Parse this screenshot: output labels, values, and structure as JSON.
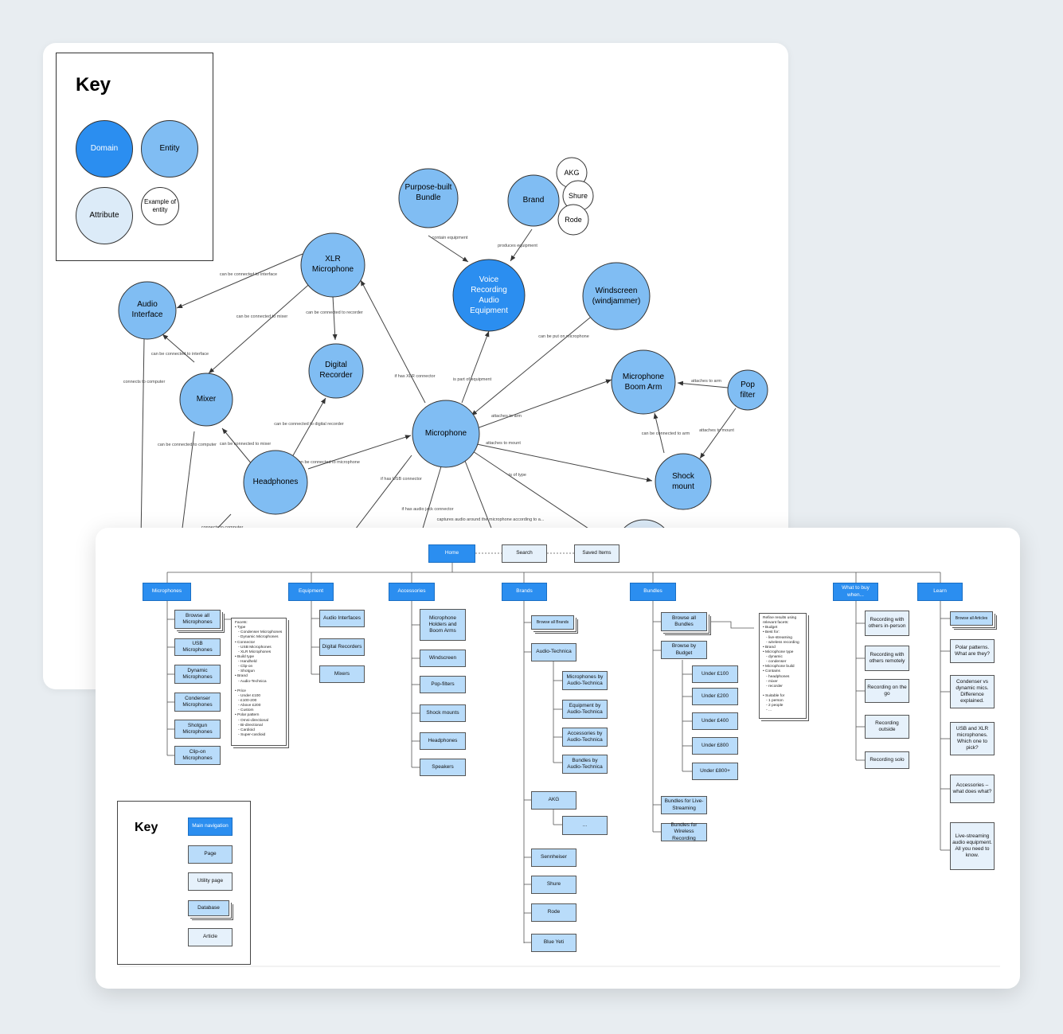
{
  "concept_map": {
    "key": {
      "title": "Key",
      "domain": "Domain",
      "entity": "Entity",
      "attribute": "Attribute",
      "example": "Example of entity"
    },
    "nodes": {
      "purpose_built_bundle": "Purpose-built Bundle",
      "brand": "Brand",
      "akg": "AKG",
      "shure": "Shure",
      "rode": "Rode",
      "voice_recording": "Voice Recording Audio Equipment",
      "xlr_microphone": "XLR Microphone",
      "windscreen": "Windscreen (windjammer)",
      "audio_interface": "Audio Interface",
      "digital_recorder": "Digital Recorder",
      "microphone_boom_arm": "Microphone Boom Arm",
      "pop_filter": "Pop filter",
      "mixer": "Mixer",
      "microphone": "Microphone",
      "shock_mount": "Shock mount",
      "headphones": "Headphones"
    },
    "edges": {
      "contain_equipment": "contain equipment",
      "produces_equipment": "produces equipment",
      "xlr_to_interface": "can be connected to interface",
      "xlr_to_mixer": "can be connected to mixer",
      "xlr_to_recorder": "can be connected to recorder",
      "can_be_put_on_microphone": "can be put on microphone",
      "mixer_to_interface": "can be connected to interface",
      "connects_to_computer": "connects to computer",
      "if_has_xlr_connector": "if has XLR connector",
      "is_part_of_equipment": "is part of equipment",
      "attaches_to_arm_pop": "attaches to arm",
      "attaches_to_arm_mic": "attaches to arm",
      "attaches_to_mount_mic": "attaches to mount",
      "attaches_to_mount_pop": "attaches to mount",
      "can_be_connected_to_arm": "can be connected to arm",
      "headphones_to_recorder": "can be connected to digital recorder",
      "mixer_to_computer": "can be connected to computer",
      "headphones_to_mixer": "can be connected to mixer",
      "headphones_to_microphone": "can be connected to microphone",
      "if_has_usb_connector": "if has USB connector",
      "is_of_type": "is of type",
      "if_has_audio_jack": "if has audio jack connector",
      "captures_audio": "captures audio around the microphone according to a...",
      "connects_to_computer_2": "connects to computer"
    }
  },
  "sitemap": {
    "utility": {
      "home": "Home",
      "search": "Search",
      "saved_items": "Saved Items"
    },
    "microphones": {
      "label": "Microphones",
      "pages": [
        "Browse all Microphones",
        "USB Microphones",
        "Dynamic Microphones",
        "Condenser Microphones",
        "Shotgun Microphones",
        "Clip-on Microphones"
      ],
      "facets_note": "Facets:\n• Type\n   ◦ Condenser Microphones\n   ◦ Dynamic Microphones\n• Connector\n   ◦ USB Microphones\n   ◦ XLR Microphones\n• Build type\n   ◦ Handheld\n   ◦ Clip-on\n   ◦ Shotgun\n• Brand\n   ◦ Audio-Technica\n\n• Price\n   ◦ Under £100\n   ◦ £100-200\n   ◦ Above £200\n   ◦ Custom\n• Polar pattern\n   ◦ Omni-directional\n   ◦ Bi-directional\n   ◦ Cardioid\n   ◦ Super-cardioid"
    },
    "equipment": {
      "label": "Equipment",
      "pages": [
        "Audio Interfaces",
        "Digital Recorders",
        "Mixers"
      ]
    },
    "accessories": {
      "label": "Accessories",
      "pages": [
        "Microphone Holders and Boom Arms",
        "Windscreen",
        "Pop-filters",
        "Shock mounts",
        "Headphones",
        "Speakers"
      ]
    },
    "brands": {
      "label": "Brands",
      "browse_all": "Browse all Brands",
      "audio_technica": "Audio-Technica",
      "audio_technica_pages": [
        "Microphones by Audio-Technica",
        "Equipment by Audio-Technica",
        "Accessories by Audio-Technica",
        "Bundles by Audio-Technica"
      ],
      "akg": "AKG",
      "akg_more": "...",
      "others": [
        "Sennheiser",
        "Shure",
        "Rode",
        "Blue Yeti"
      ]
    },
    "bundles": {
      "label": "Bundles",
      "browse_all": "Browse all Bundles",
      "by_budget": "Browse by Budget",
      "budgets": [
        "Under £100",
        "Under £200",
        "Under £400",
        "Under £800",
        "Under £800+"
      ],
      "live_streaming": "Bundles for Live-Streaming",
      "wireless": "Bundles for Wireless Recording",
      "refine_note": "Refine results using\nrelevant facets:\n• Budget\n• Best for:\n   ◦ live-streaming\n   ◦ wireless recording\n• Brand\n• Microphone type\n   ◦ dynamic\n   ◦ condenser\n• Microphone build\n• Contains\n   ◦ headphones\n   ◦ mixer\n   ◦ recorder\n\n• Suitable for\n   ◦ 1 person\n   ◦ 2 people\n   ◦ ..."
    },
    "what_to_buy": {
      "label": "What to buy when...",
      "articles": [
        "Recording with others in-person",
        "Recording with others remotely",
        "Recording on the go",
        "Recording outside",
        "Recording solo"
      ]
    },
    "learn": {
      "label": "Learn",
      "browse_all": "Browse all Articles",
      "articles": [
        "Polar patterns. What are they?",
        "Condenser vs dynamic mics. Difference explained.",
        "USB and XLR microphones. Which one to pick?",
        "Accessories – what does what?",
        "Live-streaming audio equipment. All you need to know."
      ]
    },
    "key": {
      "title": "Key",
      "main_navigation": "Main navigation",
      "page": "Page",
      "utility_page": "Utility page",
      "database": "Database",
      "article": "Article"
    }
  },
  "colors": {
    "domain": "#2b8ef0",
    "entity": "#80bdf3",
    "attribute": "#dcebf8",
    "page_box": "#b9dcfa",
    "background": "#e8edf1"
  }
}
